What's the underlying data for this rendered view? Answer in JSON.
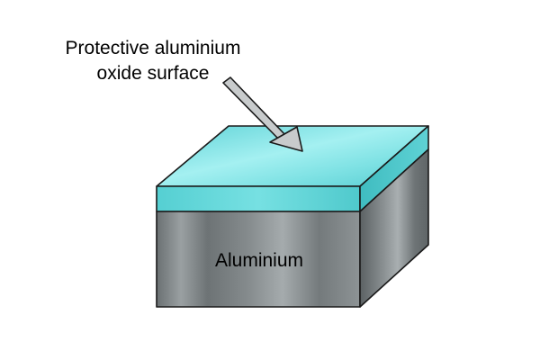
{
  "diagram": {
    "callout_text": {
      "line1": "Protective aluminium",
      "line2": "oxide surface"
    },
    "block_label": "Aluminium"
  },
  "colors": {
    "oxide_layer": "#5dd6d8",
    "oxide_top": "#8ee8ea",
    "aluminium_metal": "#7c8385",
    "outline": "#1a1a1a",
    "arrow_fill": "#c8cbcc"
  }
}
